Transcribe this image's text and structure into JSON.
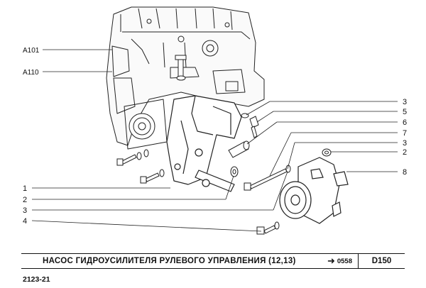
{
  "ref_labels": {
    "a101": "A101",
    "a110": "A110"
  },
  "callouts": {
    "c1": "1",
    "c2": "2",
    "c3": "3",
    "c4": "4",
    "c3b": "3",
    "c5": "5",
    "c6": "6",
    "c7": "7",
    "c3c": "3",
    "c2b": "2",
    "c8": "8"
  },
  "title_bar": {
    "title": "НАСОС  ГИДРОУСИЛИТЕЛЯ  РУЛЕВОГО  УПРАВЛЕНИЯ (12,13)",
    "ref_page": "0558",
    "code": "D150"
  },
  "model_code": "2123-21",
  "icons": {
    "arrow": "right-arrow-icon"
  }
}
